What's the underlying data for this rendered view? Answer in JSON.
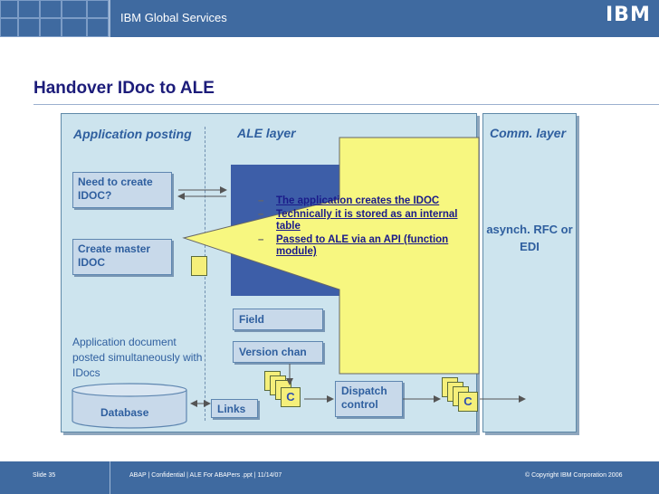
{
  "header": {
    "brand": "IBM Global Services",
    "logo": "IBM"
  },
  "title": "Handover IDoc to ALE",
  "diagram": {
    "app_heading": "Application posting",
    "ale_heading": "ALE layer",
    "comm_heading": "Comm. layer",
    "need_box": "Need to create IDOC?",
    "master_box": "Create master IDOC",
    "app_doc_text": "Application document posted simultaneously with IDocs",
    "database": "Database",
    "links": "Links",
    "field": "Field",
    "version": "Version chan",
    "dispatch": "Dispatch control",
    "c_label": "C",
    "comm_text": "asynch. RFC or EDI"
  },
  "callout": {
    "items": [
      "The application creates the IDOC",
      "Technically it is stored as an internal table",
      "Passed to ALE via an API (function module)"
    ]
  },
  "footer": {
    "slide": "Slide 35",
    "info": "ABAP  | Confidential  |  ALE For ABAPers .ppt  |  11/14/07",
    "copyright": "© Copyright IBM Corporation 2006"
  },
  "colors": {
    "header_blue": "#3f6aa0",
    "panel": "#cde4ee",
    "callout_yellow": "#f7f780",
    "text_blue": "#2f5f9f"
  }
}
